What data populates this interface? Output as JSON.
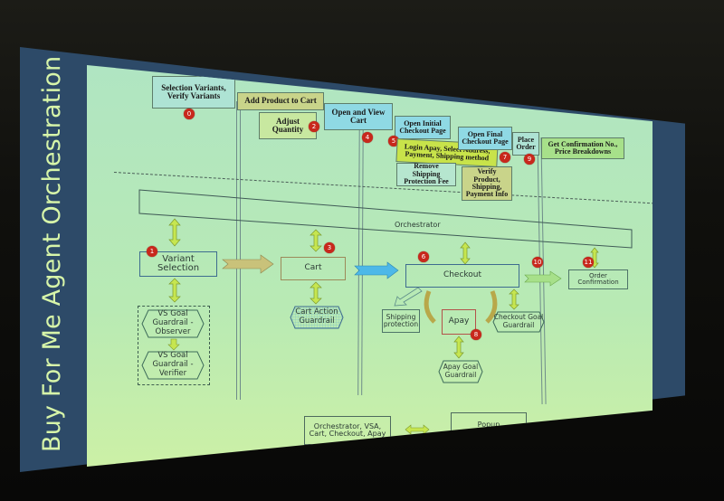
{
  "slide": {
    "title": "Buy For Me Agent Orchestration"
  },
  "colors": {
    "badge": "#c8281c",
    "slide_bg": "#b8eab4",
    "title_text": "#d7f5a9",
    "frame": "#2d4a68",
    "header_teal": "#aee3d4",
    "header_olive": "#c9d48a",
    "header_cyan": "#8fd9e4",
    "header_lime": "#c8e34a",
    "header_green": "#a7e08a",
    "arrow_green": "#c6e650",
    "arrow_blue": "#4db8e8",
    "arrow_olive": "#c9c27a"
  },
  "header_steps": [
    {
      "label": "Selection Variants, Verify Variants",
      "badge": "0"
    },
    {
      "label": "Add Product to Cart",
      "badge": ""
    },
    {
      "label": "Adjust Quantity",
      "badge": "2"
    },
    {
      "label": "Open and View Cart",
      "badge": "4"
    },
    {
      "label": "Open Initial Checkout Page",
      "badge": ""
    },
    {
      "label": "Login Apay, Select Address, Payment, Shipping method",
      "badge": "5"
    },
    {
      "label": "Remove Shipping Protection Fee",
      "badge": ""
    },
    {
      "label": "Open Final Checkout Page",
      "badge": ""
    },
    {
      "label": "Verify Product, Shipping, Payment Info",
      "badge": "7"
    },
    {
      "label": "Place Order",
      "badge": "9"
    },
    {
      "label": "Get Confirmation No., Price Breakdowns",
      "badge": ""
    }
  ],
  "orchestrator": {
    "label": "Orchestrator"
  },
  "nodes": {
    "variant_selection": {
      "label": "Variant Selection",
      "badge": "1"
    },
    "vs_observer": {
      "label": "VS Goal Guardrail - Observer"
    },
    "vs_verifier": {
      "label": "VS Goal Guardrail - Verifier"
    },
    "cart": {
      "label": "Cart",
      "badge": "3"
    },
    "cart_guardrail": {
      "label": "Cart Action Guardrail"
    },
    "checkout": {
      "label": "Checkout",
      "badge": "6"
    },
    "shipping_protection": {
      "label": "Shipping protection"
    },
    "apay": {
      "label": "Apay",
      "badge": "8"
    },
    "apay_guardrail": {
      "label": "Apay Goal Guardrail"
    },
    "checkout_guardrail": {
      "label": "Checkout Goal Guardrail"
    },
    "order_confirmation": {
      "label": "Order Confirmation",
      "badge": "11"
    },
    "checkout_to_order_badge": "10"
  },
  "legend": {
    "left": "Orchestrator, VSA, Cart, Checkout, Apay",
    "right": "Popup"
  }
}
